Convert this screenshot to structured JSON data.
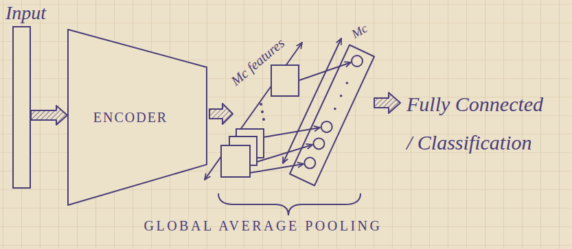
{
  "diagram": {
    "nodes": [
      {
        "text": [
          "Input"
        ]
      },
      {
        "text": [
          "ENCODER"
        ]
      }
    ],
    "edges": [
      {
        "from": 0,
        "to": 1,
        "arrow": "to"
      }
    ],
    "labels": [
      "Mc features",
      "Mc",
      "Fully Connected / Classification",
      "GLOBAL AVERAGE POOLING"
    ]
  }
}
